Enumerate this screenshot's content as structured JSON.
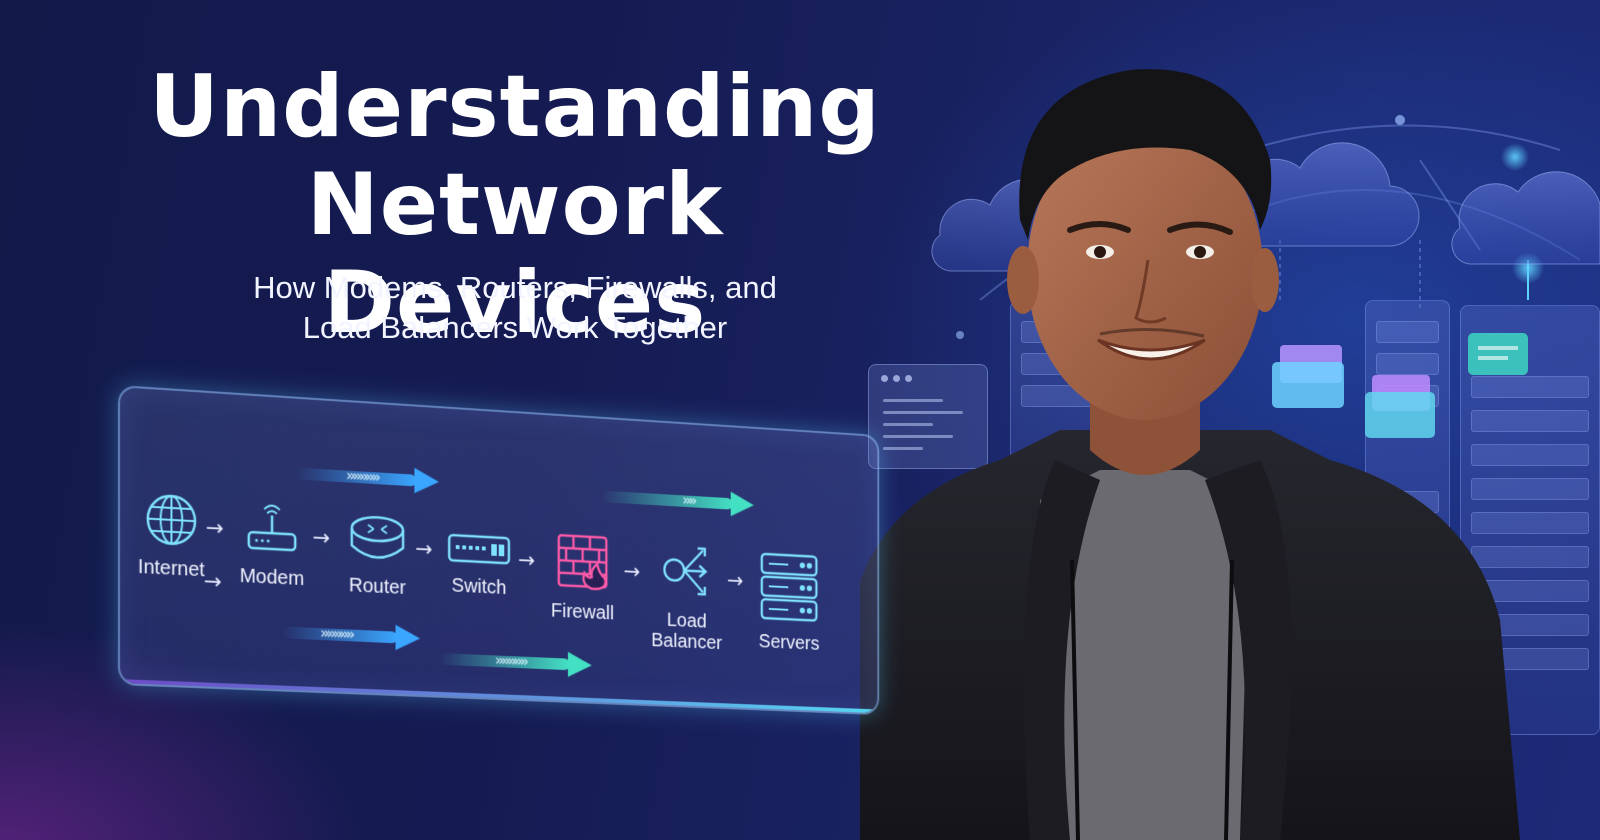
{
  "headline": {
    "line1": "Understanding",
    "line2": "Network Devices"
  },
  "subtitle": {
    "line1": "How Modems, Routers, Firewalls, and",
    "line2": "Load Balancers Work Together"
  },
  "flow": {
    "devices": [
      {
        "label": "Internet",
        "icon": "globe-icon"
      },
      {
        "label": "Modem",
        "icon": "modem-icon"
      },
      {
        "label": "Router",
        "icon": "router-icon"
      },
      {
        "label": "Switch",
        "icon": "switch-icon"
      },
      {
        "label": "Firewall",
        "icon": "firewall-icon"
      },
      {
        "label": "Load\nBalancer",
        "icon": "load-balancer-icon"
      },
      {
        "label": "Servers",
        "icon": "servers-icon"
      }
    ],
    "connector": "→",
    "inline_connector": "→"
  },
  "colors": {
    "accent_blue": "#3aa6ff",
    "accent_teal": "#43e0c3",
    "accent_pink": "#ff5aa8",
    "icon_cyan": "#7fe3ff"
  }
}
